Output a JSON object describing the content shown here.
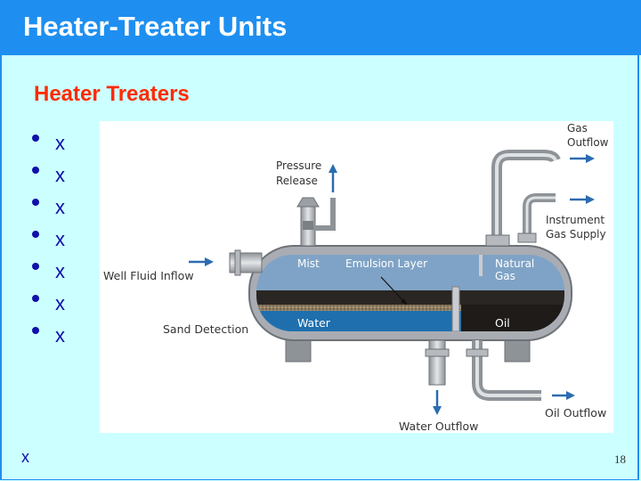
{
  "slide": {
    "title": "Heater-Treater Units",
    "subtitle": "Heater Treaters",
    "bullets": [
      "x",
      "x",
      "x",
      "x",
      "x",
      "x",
      "x"
    ],
    "footer_mark": "x",
    "page_number": "18"
  },
  "diagram": {
    "labels": {
      "gas_outflow_1": "Gas",
      "gas_outflow_2": "Outflow",
      "pressure_release_1": "Pressure",
      "pressure_release_2": "Release",
      "instrument_gas_1": "Instrument",
      "instrument_gas_2": "Gas Supply",
      "well_fluid_inflow": "Well Fluid Inflow",
      "mist": "Mist",
      "emulsion_layer": "Emulsion Layer",
      "natural_gas_1": "Natural",
      "natural_gas_2": "Gas",
      "water": "Water",
      "oil": "Oil",
      "sand_detection": "Sand Detection",
      "oil_outflow": "Oil Outflow",
      "water_outflow": "Water Outflow"
    },
    "colors": {
      "vessel_shell": "#a9adb3",
      "mist_zone": "#7fa3c6",
      "emulsion_band": "#2a2623",
      "sand_band": "#9b8a6e",
      "water_zone": "#1f6fae",
      "oil_zone": "#1e1b19",
      "arrow": "#2b6cb0",
      "label_text": "#333333"
    }
  }
}
